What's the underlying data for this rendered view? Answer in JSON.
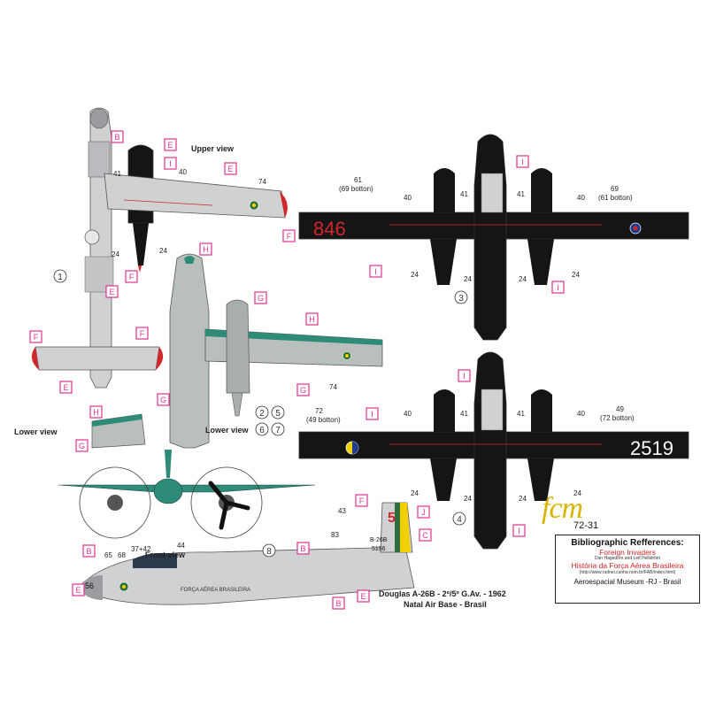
{
  "views": {
    "upper": "Upper view",
    "lower1": "Lower view",
    "lower2": "Lower view",
    "front": "Front view"
  },
  "caption": {
    "line1": "Douglas A-26B - 2º/5º G.Av. - 1962",
    "line2": "Natal Air Base - Brasil"
  },
  "markings": {
    "serial_top": "846",
    "serial_lower": "2519",
    "tail_digit": "5",
    "tail_code": "B-26B",
    "tail_serial": "5156",
    "nose_number": "56",
    "fuselage_text": "FORÇA AÉREA BRASILEIRA"
  },
  "numbers": {
    "n40": "40",
    "n41": "41",
    "n24": "24",
    "n74": "74",
    "n61": "61",
    "n61b": "(69 botton)",
    "n69": "69",
    "n69b": "(61 botton)",
    "n72": "72",
    "n72b": "(49 botton)",
    "n49": "49",
    "n49b": "(72 botton)",
    "n43": "43",
    "n83": "83",
    "n44": "44",
    "n65": "65",
    "n68": "68",
    "n3742": "37+42"
  },
  "circled": [
    "1",
    "2",
    "3",
    "4",
    "5",
    "6",
    "7",
    "8"
  ],
  "tags": [
    "B",
    "C",
    "E",
    "F",
    "G",
    "H",
    "I",
    "J"
  ],
  "brand": {
    "logo": "fcm",
    "code": "72-31"
  },
  "bibliography": {
    "title": "Bibliographic Refferences:",
    "ref1": "Foreign Invaders",
    "ref1_authors": "Dan Hagedorn and Leif Hellström",
    "ref2": "História da Força Aérea Brasileira",
    "ref2_url": "(http://www.rudnei.cunha.nom.br/FAB/index.html)",
    "ref3": "Aeroespacial Museum -RJ - Brasil"
  },
  "colors": {
    "black_scheme": "#151515",
    "silver": "#cfd1d3",
    "green": "#2e8b78",
    "pink_tag": "#e0338f",
    "red": "#d1262a",
    "yellow": "#f0d000"
  }
}
